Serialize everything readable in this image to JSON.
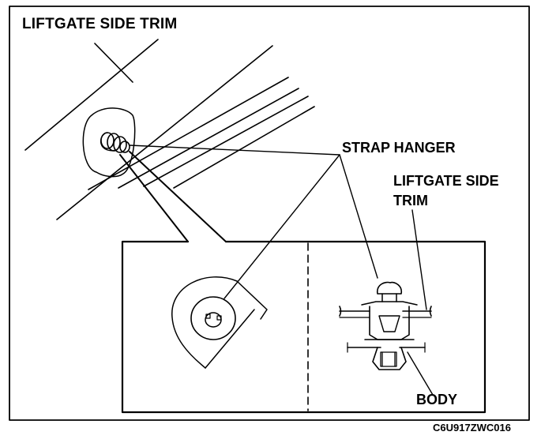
{
  "labels": {
    "liftgate_side_trim_top": "LIFTGATE SIDE TRIM",
    "strap_hanger": "STRAP HANGER",
    "liftgate_side_trim_right_line1": "LIFTGATE SIDE",
    "liftgate_side_trim_right_line2": "TRIM",
    "body": "BODY",
    "figure_code": "C6U917ZWC016"
  },
  "colors": {
    "ink": "#000000",
    "paper": "#ffffff"
  }
}
